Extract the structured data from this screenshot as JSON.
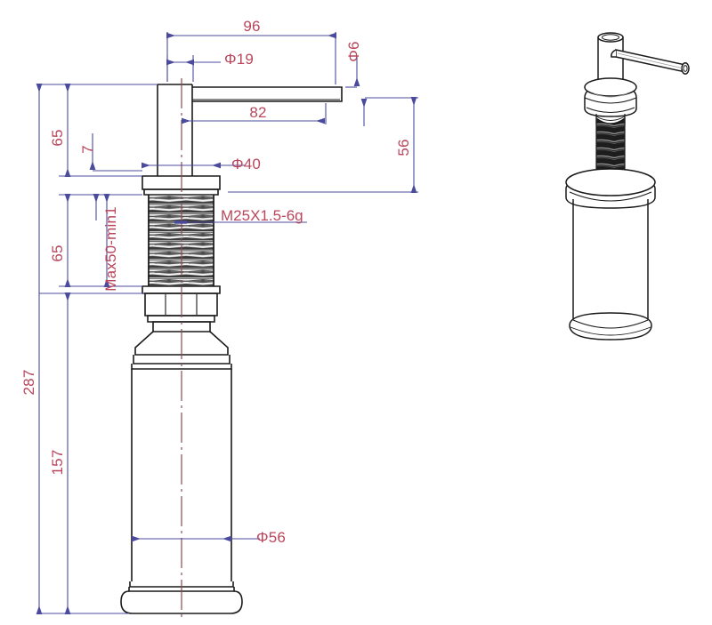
{
  "drawing": {
    "title": "Soap Dispenser Dimensional Drawing",
    "colors": {
      "dimension_line": "#4b4b9e",
      "dimension_text": "#b9465c",
      "outline": "#1a1a1a",
      "centerline": "#8a4a52",
      "thread_fill": "#4a4a4a",
      "background": "#ffffff"
    },
    "views": [
      {
        "name": "section-view",
        "label": ""
      },
      {
        "name": "isometric-view",
        "label": ""
      }
    ]
  },
  "dimensions": {
    "overall_height": "287",
    "head_to_flange": "65",
    "flange_to_shoulder": "65",
    "body_height": "157",
    "spout_reach": "96",
    "spout_length": "82",
    "plunger_diameter": "Φ19",
    "spout_diameter": "Φ6",
    "flange_diameter": "Φ40",
    "body_diameter": "Φ56",
    "spout_to_flange": "56",
    "flange_thickness": "7",
    "mounting_range": "Max50-min1"
  },
  "notes": {
    "thread_spec": "M25X1.5-6g"
  },
  "labels": {
    "n287": "287",
    "n65a": "65",
    "n65b": "65",
    "n157": "157",
    "n96": "96",
    "n82": "82",
    "n56": "56",
    "n7": "7",
    "d19": "Φ19",
    "d6": "Φ6",
    "d40": "Φ40",
    "d56": "Φ56",
    "thread": "M25X1.5-6g",
    "maxmin": "Max50-min1"
  }
}
